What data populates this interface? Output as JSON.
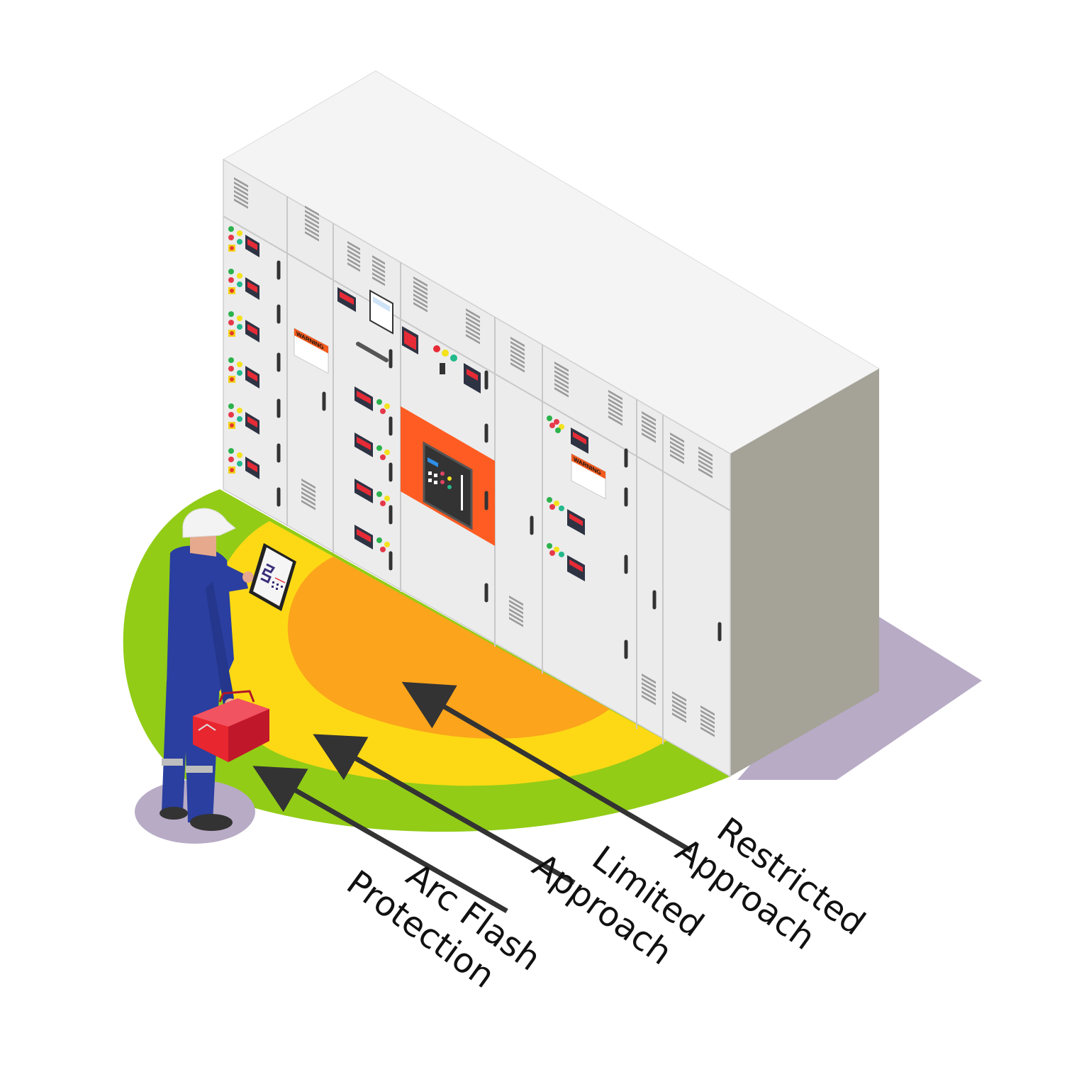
{
  "diagram": {
    "subject": "Electrical switchgear arc flash approach boundaries",
    "labels": {
      "restricted": {
        "line1": "Restricted",
        "line2": "Approach"
      },
      "limited": {
        "line1": "Limited",
        "line2": "Approach"
      },
      "arc_flash": {
        "line1": "Arc Flash",
        "line2": "Protection"
      }
    },
    "warning_label_text": "WARNING",
    "zones": [
      {
        "name": "Arc Flash Protection",
        "color": "#92cc17"
      },
      {
        "name": "Limited Approach",
        "color": "#fdd915"
      },
      {
        "name": "Restricted Approach",
        "color": "#fba41c"
      }
    ],
    "colors": {
      "cabinet_front": "#ececec",
      "cabinet_top": "#f4f4f4",
      "cabinet_side": "#a5a398",
      "shadow": "#b8abc6",
      "accent_panel": "#fe5c23",
      "arrow": "#333333",
      "worker_suit": "#2a3f9f",
      "toolbox": "#e8262f"
    }
  }
}
